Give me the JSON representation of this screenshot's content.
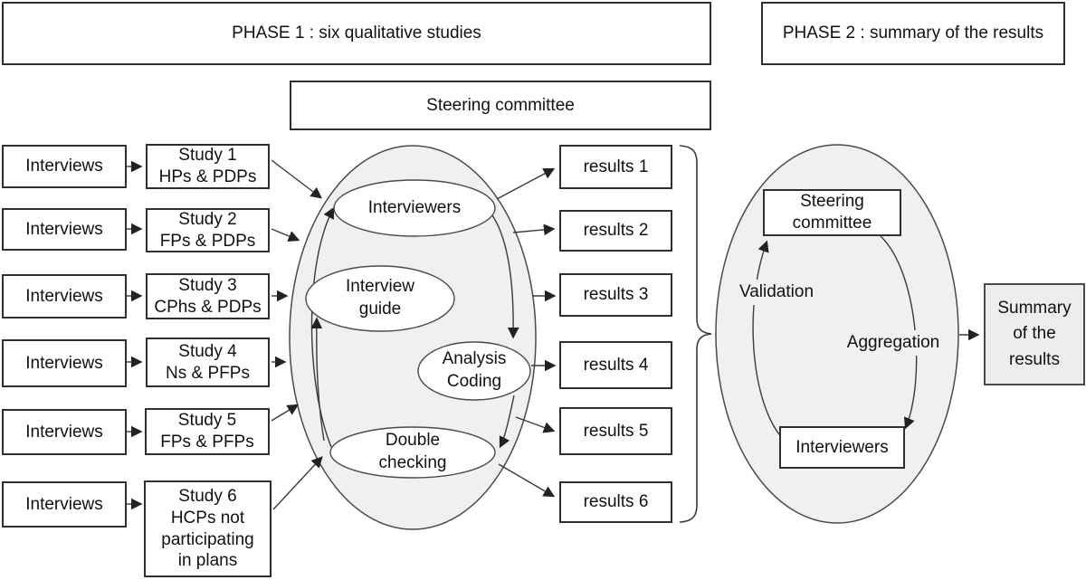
{
  "colors": {
    "line": "#3a3a3a",
    "box_border": "#2f2f2f",
    "ellipse_fill": "#f0f0f0",
    "ellipse_stroke": "#4a4a4a",
    "summary_fill": "#ededed",
    "text": "#111111"
  },
  "phase1": {
    "title": "PHASE 1 : six qualitative studies",
    "steering_committee": "Steering committee",
    "rows": [
      {
        "interviews": "Interviews",
        "study": "Study 1\nHPs & PDPs",
        "result": "results 1"
      },
      {
        "interviews": "Interviews",
        "study": "Study 2\nFPs & PDPs",
        "result": "results 2"
      },
      {
        "interviews": "Interviews",
        "study": "Study 3\nCPhs & PDPs",
        "result": "results 3"
      },
      {
        "interviews": "Interviews",
        "study": "Study 4\nNs & PFPs",
        "result": "results 4"
      },
      {
        "interviews": "Interviews",
        "study": "Study 5\nFPs & PFPs",
        "result": "results 5"
      },
      {
        "interviews": "Interviews",
        "study": "Study 6\nHCPs not\nparticipating\nin plans",
        "result": "results 6"
      }
    ],
    "process": {
      "interviewers": "Interviewers",
      "interview_guide": "Interview\nguide",
      "analysis_coding": "Analysis\nCoding",
      "double_checking": "Double\nchecking"
    }
  },
  "phase2": {
    "title": "PHASE 2 : summary of the results",
    "steering_committee": "Steering\ncommittee",
    "validation": "Validation",
    "aggregation": "Aggregation",
    "interviewers": "Interviewers",
    "summary": "Summary\nof the\nresults"
  }
}
